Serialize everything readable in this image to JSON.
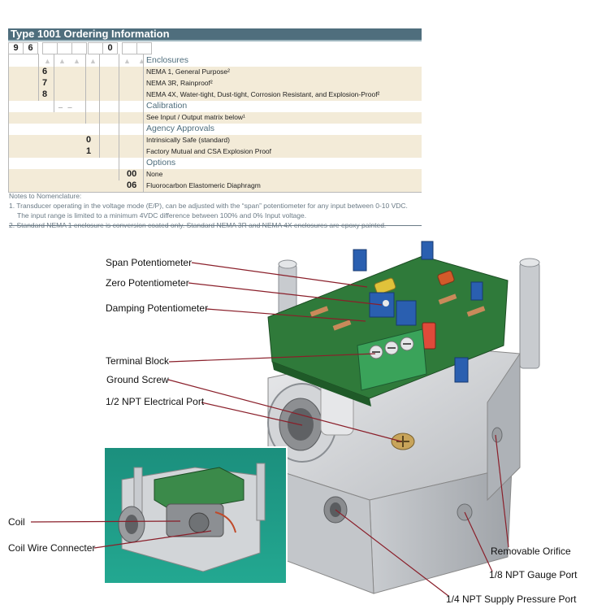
{
  "table": {
    "title": "Type 1001 Ordering Information",
    "code_digits": [
      "9",
      "6",
      "",
      "",
      "",
      "",
      "0",
      "",
      "",
      ""
    ],
    "sections": {
      "enclosures": {
        "label": "Enclosures",
        "options": [
          {
            "code": "6",
            "text": "NEMA 1, General Purpose²"
          },
          {
            "code": "7",
            "text": "NEMA 3R, Rainproof²"
          },
          {
            "code": "8",
            "text": "NEMA 4X, Water-tight, Dust-tight, Corrosion Resistant, and Explosion-Proof²"
          }
        ]
      },
      "calibration": {
        "label": "Calibration",
        "code": "_ _",
        "options": [
          {
            "text": "See Input / Output matrix below¹"
          }
        ]
      },
      "agency": {
        "label": "Agency Approvals",
        "options": [
          {
            "code": "0",
            "text": "Intrinsically Safe (standard)"
          },
          {
            "code": "1",
            "text": "Factory Mutual and CSA Explosion Proof"
          }
        ]
      },
      "options": {
        "label": "Options",
        "options": [
          {
            "code": "00",
            "text": "None"
          },
          {
            "code": "06",
            "text": "Fluorocarbon Elastomeric Diaphragm"
          }
        ]
      }
    }
  },
  "notes": {
    "heading": "Notes to Nomenclature:",
    "note1_a": "1. Transducer operating in the voltage mode (E/P), can be adjusted with the “span” potentiometer for any input between 0-10 VDC.",
    "note1_b": "The input range is limited to a minimum 4VDC difference between 100% and 0% Input voltage.",
    "note2": "2. Standard NEMA 1 enclosure is conversion coated only.  Standard NEMA 3R and NEMA 4X enclosures are epoxy painted."
  },
  "callouts": {
    "span": "Span Potentiometer",
    "zero": "Zero Potentiometer",
    "damping": "Damping Potentiometer",
    "terminal": "Terminal Block",
    "ground": "Ground Screw",
    "electrical_port": "1/2 NPT Electrical Port",
    "coil": "Coil",
    "coil_wire": "Coil Wire Connecter",
    "orifice": "Removable  Orifice",
    "gauge_port": "1/8 NPT Gauge Port",
    "supply_port": "1/4 NPT Supply Pressure Port"
  },
  "colors": {
    "title_bar": "#4f6e7d",
    "band": "#f3ebd8",
    "section_text": "#4f6e7d",
    "pcb": "#2f7a3a",
    "housing": "#d8dadc",
    "terminal_block": "#3aa35a",
    "potentiometer": "#2a5fb0",
    "inset_bg": "#1f9a86"
  }
}
